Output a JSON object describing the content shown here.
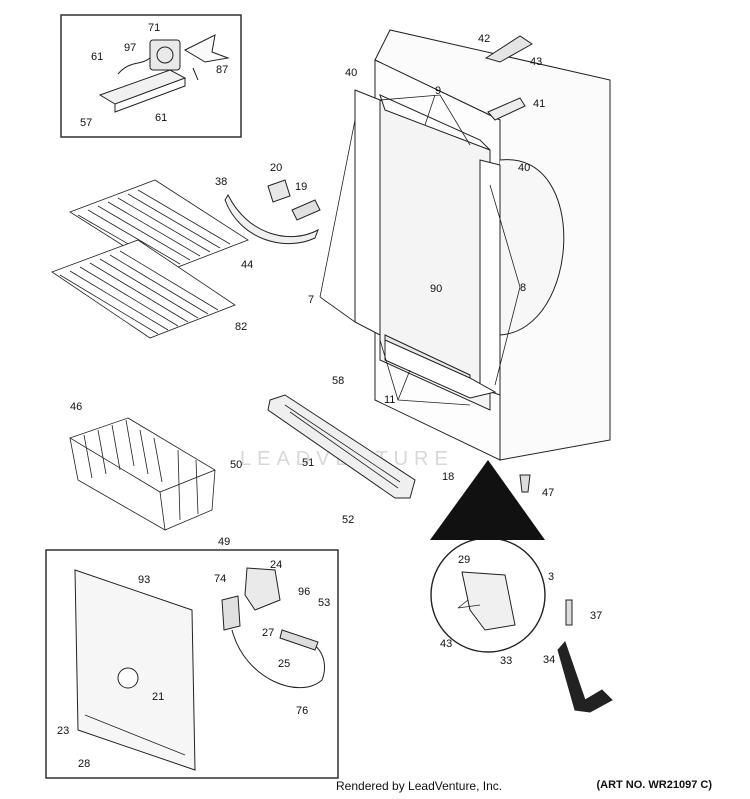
{
  "callouts": [
    {
      "id": "c71",
      "text": "71"
    },
    {
      "id": "c97",
      "text": "97"
    },
    {
      "id": "c61a",
      "text": "61"
    },
    {
      "id": "c87",
      "text": "87"
    },
    {
      "id": "c57",
      "text": "57"
    },
    {
      "id": "c61b",
      "text": "61"
    },
    {
      "id": "c42",
      "text": "42"
    },
    {
      "id": "c43a",
      "text": "43"
    },
    {
      "id": "c40a",
      "text": "40"
    },
    {
      "id": "c9",
      "text": "9"
    },
    {
      "id": "c41",
      "text": "41"
    },
    {
      "id": "c40b",
      "text": "40"
    },
    {
      "id": "c20",
      "text": "20"
    },
    {
      "id": "c38",
      "text": "38"
    },
    {
      "id": "c19",
      "text": "19"
    },
    {
      "id": "c44",
      "text": "44"
    },
    {
      "id": "c7",
      "text": "7"
    },
    {
      "id": "c90",
      "text": "90"
    },
    {
      "id": "c8",
      "text": "8"
    },
    {
      "id": "c82",
      "text": "82"
    },
    {
      "id": "c58",
      "text": "58"
    },
    {
      "id": "c11",
      "text": "11"
    },
    {
      "id": "c46",
      "text": "46"
    },
    {
      "id": "c50",
      "text": "50"
    },
    {
      "id": "c51",
      "text": "51"
    },
    {
      "id": "c18",
      "text": "18"
    },
    {
      "id": "c47",
      "text": "47"
    },
    {
      "id": "c52",
      "text": "52"
    },
    {
      "id": "c49",
      "text": "49"
    },
    {
      "id": "c24",
      "text": "24"
    },
    {
      "id": "c93",
      "text": "93"
    },
    {
      "id": "c74",
      "text": "74"
    },
    {
      "id": "c96",
      "text": "96"
    },
    {
      "id": "c53",
      "text": "53"
    },
    {
      "id": "c27",
      "text": "27"
    },
    {
      "id": "c25",
      "text": "25"
    },
    {
      "id": "c21",
      "text": "21"
    },
    {
      "id": "c76",
      "text": "76"
    },
    {
      "id": "c23",
      "text": "23"
    },
    {
      "id": "c28",
      "text": "28"
    },
    {
      "id": "c29",
      "text": "29"
    },
    {
      "id": "c3",
      "text": "3"
    },
    {
      "id": "c37",
      "text": "37"
    },
    {
      "id": "c43b",
      "text": "43"
    },
    {
      "id": "c33",
      "text": "33"
    },
    {
      "id": "c34",
      "text": "34"
    }
  ],
  "footer": {
    "rendered_by": "Rendered by LeadVenture, Inc.",
    "art_no": "(ART NO. WR21097 C)"
  },
  "watermark": "LEADVENTURE"
}
